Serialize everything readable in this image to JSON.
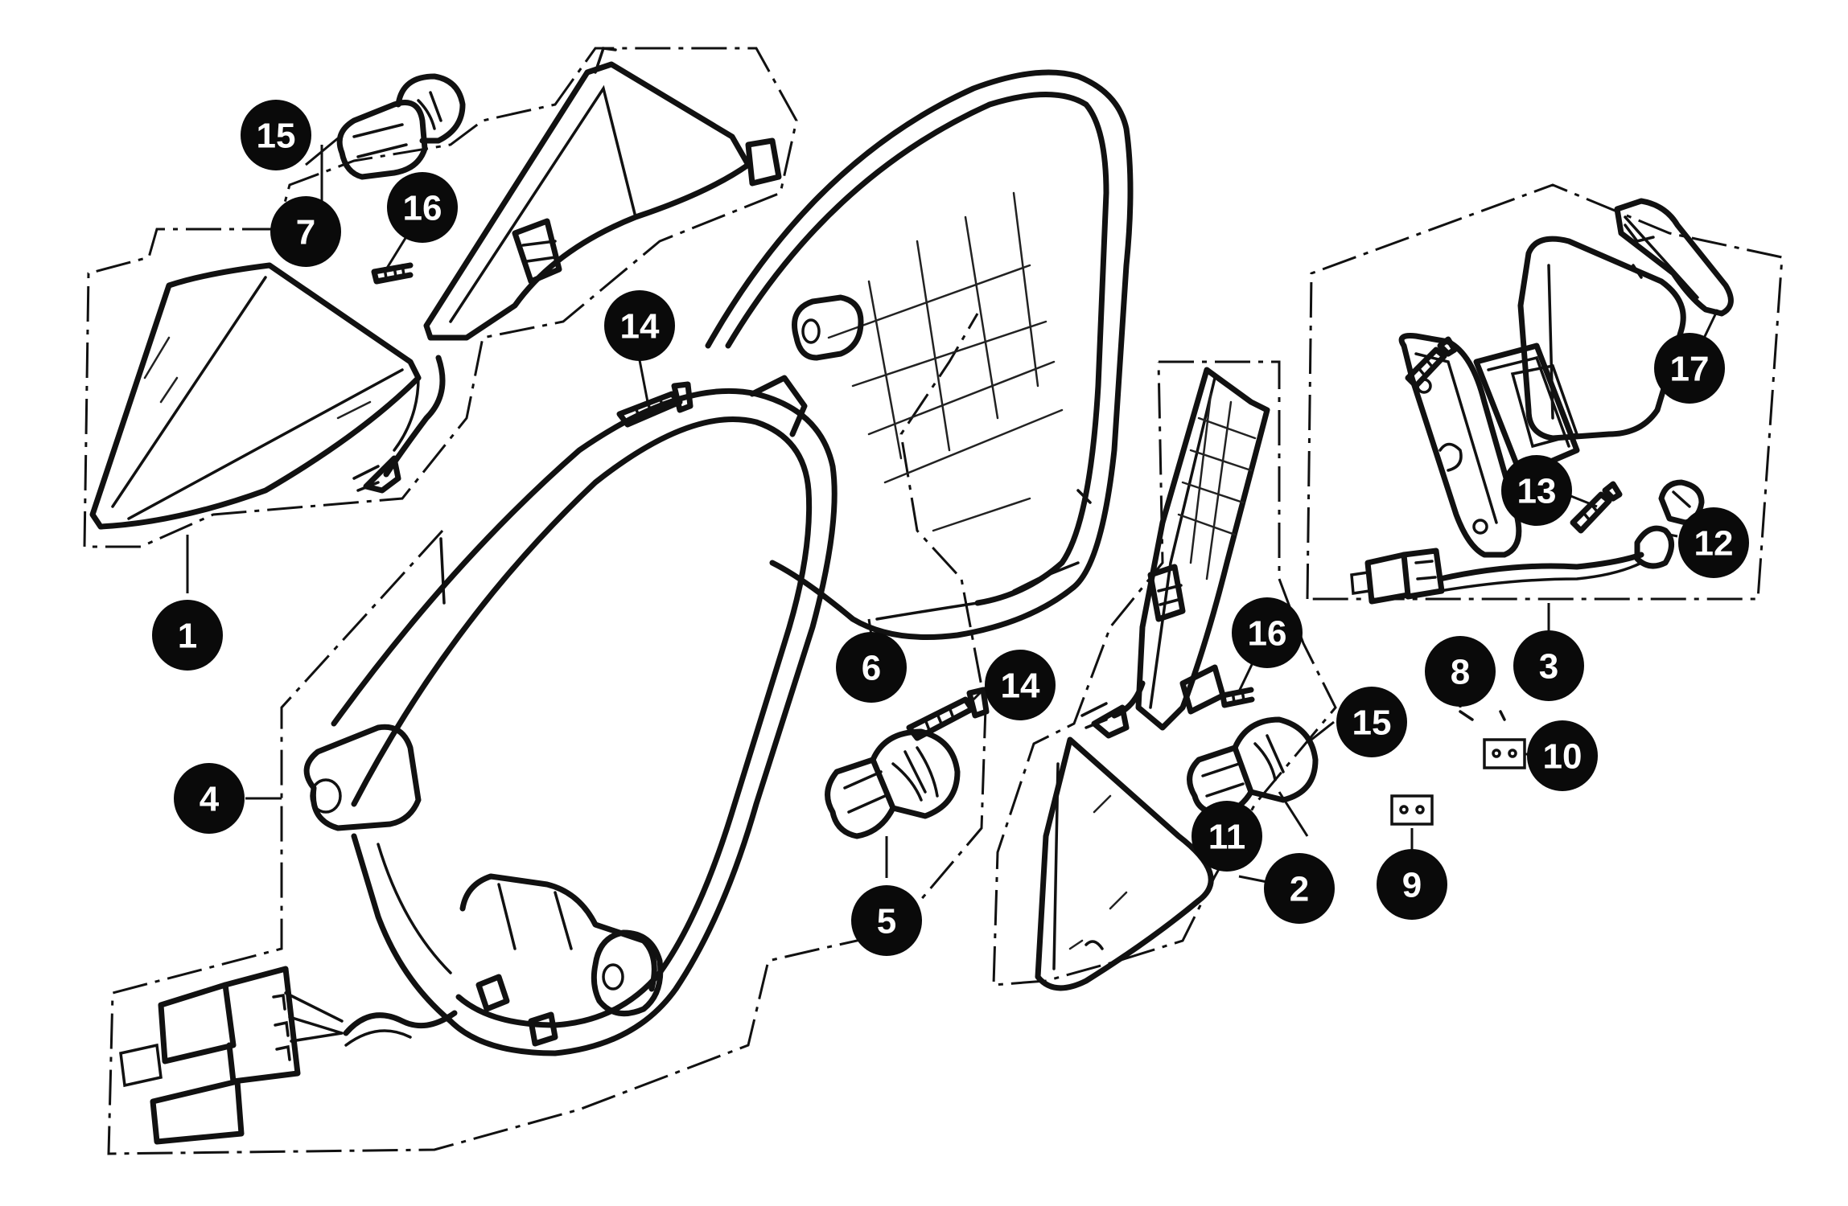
{
  "diagram": {
    "callouts": [
      {
        "id": "c1",
        "label": "1"
      },
      {
        "id": "c2",
        "label": "2"
      },
      {
        "id": "c3",
        "label": "3"
      },
      {
        "id": "c4",
        "label": "4"
      },
      {
        "id": "c5",
        "label": "5"
      },
      {
        "id": "c6",
        "label": "6"
      },
      {
        "id": "c7",
        "label": "7"
      },
      {
        "id": "c8",
        "label": "8"
      },
      {
        "id": "c9",
        "label": "9"
      },
      {
        "id": "c10",
        "label": "10"
      },
      {
        "id": "c11",
        "label": "11"
      },
      {
        "id": "c12",
        "label": "12"
      },
      {
        "id": "c13",
        "label": "13"
      },
      {
        "id": "c14a",
        "label": "14"
      },
      {
        "id": "c14b",
        "label": "14"
      },
      {
        "id": "c15a",
        "label": "15"
      },
      {
        "id": "c15b",
        "label": "15"
      },
      {
        "id": "c16a",
        "label": "16"
      },
      {
        "id": "c16b",
        "label": "16"
      },
      {
        "id": "c17",
        "label": "17"
      }
    ]
  }
}
